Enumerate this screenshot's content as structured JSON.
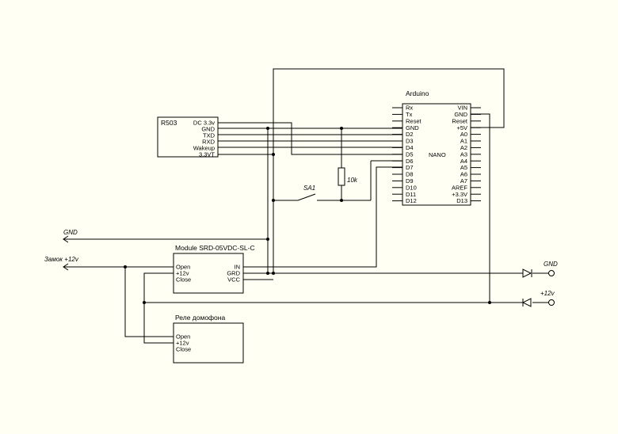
{
  "arduino": {
    "title": "Arduino",
    "model": "NANO",
    "left_pins": [
      "Rx",
      "Tx",
      "Reset",
      "GND",
      "D2",
      "D3",
      "D4",
      "D5",
      "D6",
      "D7",
      "D8",
      "D9",
      "D10",
      "D11",
      "D12"
    ],
    "right_pins": [
      "VIN",
      "GND",
      "Reset",
      "+5V",
      "A0",
      "A1",
      "A2",
      "A3",
      "A4",
      "A5",
      "A6",
      "A7",
      "AREF",
      "+3.3V",
      "D13"
    ]
  },
  "r503": {
    "title": "R503",
    "pins": [
      "DC 3.3v",
      "GND",
      "TXD",
      "RXD",
      "Wakeup",
      "3.3VT"
    ]
  },
  "relay_module": {
    "title": "Module SRD-05VDC-SL-C",
    "left_pins": [
      "Open",
      "+12v",
      "Close"
    ],
    "right_pins": [
      "IN",
      "GRD",
      "VCC"
    ]
  },
  "intercom_relay": {
    "title": "Реле домофона",
    "pins": [
      "Open",
      "+12v",
      "Close"
    ]
  },
  "resistor": {
    "label": "10k"
  },
  "switch": {
    "label": "SA1"
  },
  "net_labels": {
    "gnd_left": "GND",
    "lock_12v": "Замок +12v",
    "gnd_right": "GND",
    "v12_right": "+12v"
  }
}
